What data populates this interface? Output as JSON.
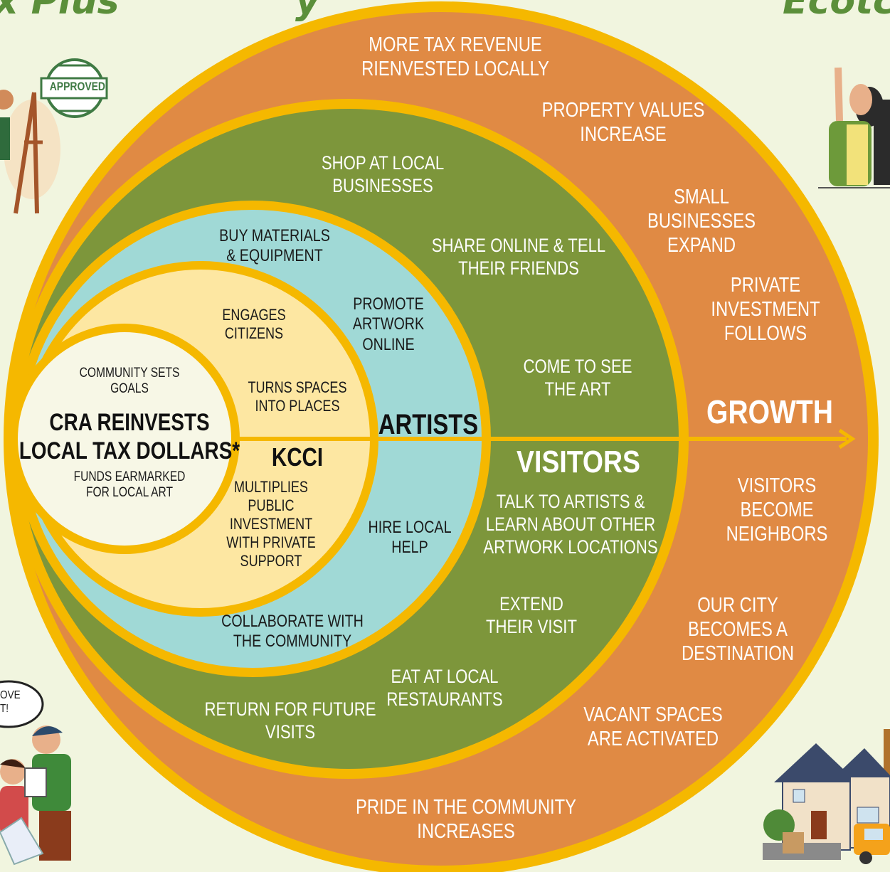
{
  "header": {
    "left_fragment": "x Plus",
    "left_fragment2": "y",
    "right_fragment": "Ecotc"
  },
  "stamp": {
    "label": "APPROVED"
  },
  "speech_bubble": {
    "line1": "OVE",
    "line2": "T!"
  },
  "core": {
    "top": "COMMUNITY SETS\nGOALS",
    "title": "CRA REINVESTS\nLOCAL TAX DOLLARS*",
    "bottom": "FUNDS EARMARKED\nFOR LOCAL ART"
  },
  "kcci": {
    "label": "KCCI",
    "items": [
      "ENGAGES\nCITIZENS",
      "TURNS  SPACES\nINTO PLACES",
      "MULTIPLIES\nPUBLIC\nINVESTMENT\nWITH PRIVATE\nSUPPORT"
    ]
  },
  "artists": {
    "label": "ARTISTS",
    "items": [
      "BUY MATERIALS\n& EQUIPMENT",
      "PROMOTE\nARTWORK\nONLINE",
      "HIRE LOCAL\nHELP",
      "COLLABORATE WITH\nTHE COMMUNITY"
    ]
  },
  "visitors": {
    "label": "VISITORS",
    "items": [
      "SHOP AT LOCAL\nBUSINESSES",
      "SHARE ONLINE & TELL\nTHEIR FRIENDS",
      "COME TO SEE\nTHE ART",
      "TALK TO ARTISTS &\nLEARN ABOUT OTHER\nARTWORK LOCATIONS",
      "EXTEND\nTHEIR VISIT",
      "EAT AT LOCAL\nRESTAURANTS",
      "RETURN FOR FUTURE\nVISITS"
    ]
  },
  "growth": {
    "label": "GROWTH",
    "items": [
      "MORE TAX REVENUE\nRIENVESTED LOCALLY",
      "PROPERTY VALUES\nINCREASE",
      "SMALL BUSINESSES\nEXPAND",
      "PRIVATE\nINVESTMENT\nFOLLOWS",
      "VISITORS BECOME\nNEIGHBORS",
      "OUR CITY BECOMES A\nDESTINATION",
      "VACANT SPACES\nARE ACTIVATED",
      "PRIDE IN THE COMMUNITY\nINCREASES"
    ]
  },
  "colors": {
    "background": "#f1f5df",
    "ring_gold": "#f5b800",
    "growth_orange": "#e08a44",
    "visitors_green": "#7d963b",
    "artists_teal": "#a0d9d6",
    "kcci_yellow": "#fde7a2",
    "core_cream": "#f7f7e6"
  },
  "icons": [
    "approved-stamp-icon",
    "painter-easel-illustration",
    "people-pointing-illustration",
    "colleagues-illustration",
    "house-illustration",
    "delivery-truck-icon"
  ]
}
